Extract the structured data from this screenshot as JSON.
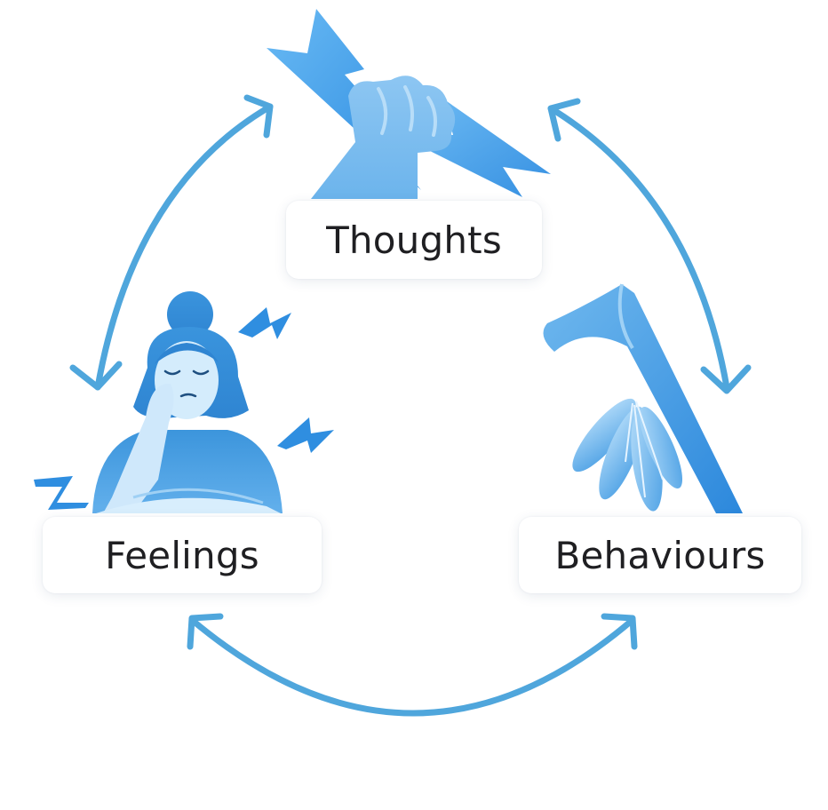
{
  "diagram": {
    "nodes": {
      "thoughts": "Thoughts",
      "feelings": "Feelings",
      "behaviours": "Behaviours"
    },
    "icons": {
      "thoughts": "fist-with-lightning-icon",
      "feelings": "stressed-woman-icon",
      "behaviours": "tomahawk-axe-icon"
    },
    "colors": {
      "arrow": "#4fa6dc",
      "icon_dark": "#2f8ee0",
      "icon_light": "#9ccff4",
      "text": "#1f1f22"
    }
  }
}
